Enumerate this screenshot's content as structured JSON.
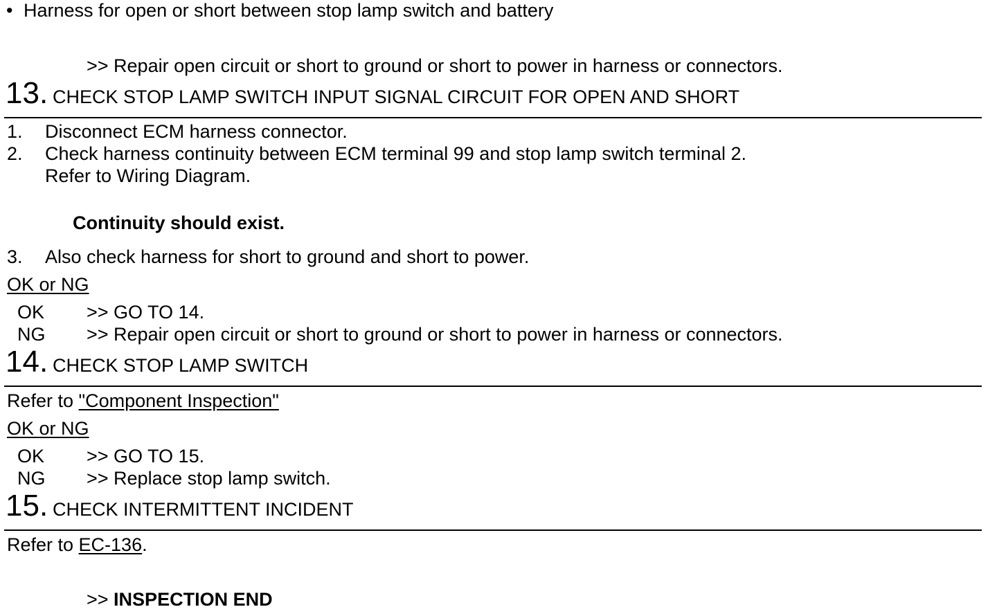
{
  "top": {
    "bullet": "•",
    "bullet_text": "Harness for open or short between stop lamp switch and battery",
    "action": ">> Repair open circuit or short to ground or short to power in harness or connectors."
  },
  "step13": {
    "num": "13.",
    "title": "CHECK STOP LAMP SWITCH INPUT SIGNAL CIRCUIT FOR OPEN AND SHORT",
    "items": [
      {
        "n": "1.",
        "text": "Disconnect ECM harness connector."
      },
      {
        "n": "2.",
        "text": "Check harness continuity between ECM terminal 99 and stop lamp switch terminal 2."
      },
      {
        "n": "",
        "text": "Refer to Wiring Diagram."
      },
      {
        "n": "3.",
        "text": "Also check harness for short to ground and short to power."
      }
    ],
    "spec": "Continuity should exist.",
    "okng": "OK or NG",
    "ok_label": "OK",
    "ok_action": ">> GO TO 14.",
    "ng_label": "NG",
    "ng_action": ">> Repair open circuit or short to ground or short to power in harness or connectors."
  },
  "step14": {
    "num": "14.",
    "title": "CHECK STOP LAMP SWITCH",
    "refer_prefix": "Refer to ",
    "refer_link": "\"Component Inspection\"",
    "okng": "OK or NG",
    "ok_label": "OK",
    "ok_action": ">> GO TO 15.",
    "ng_label": "NG",
    "ng_action": ">> Replace stop lamp switch."
  },
  "step15": {
    "num": "15.",
    "title": "CHECK INTERMITTENT INCIDENT",
    "refer_prefix": "Refer to ",
    "refer_link": "EC-136",
    "refer_suffix": ".",
    "end_prefix": ">> ",
    "end_text": "INSPECTION END"
  }
}
